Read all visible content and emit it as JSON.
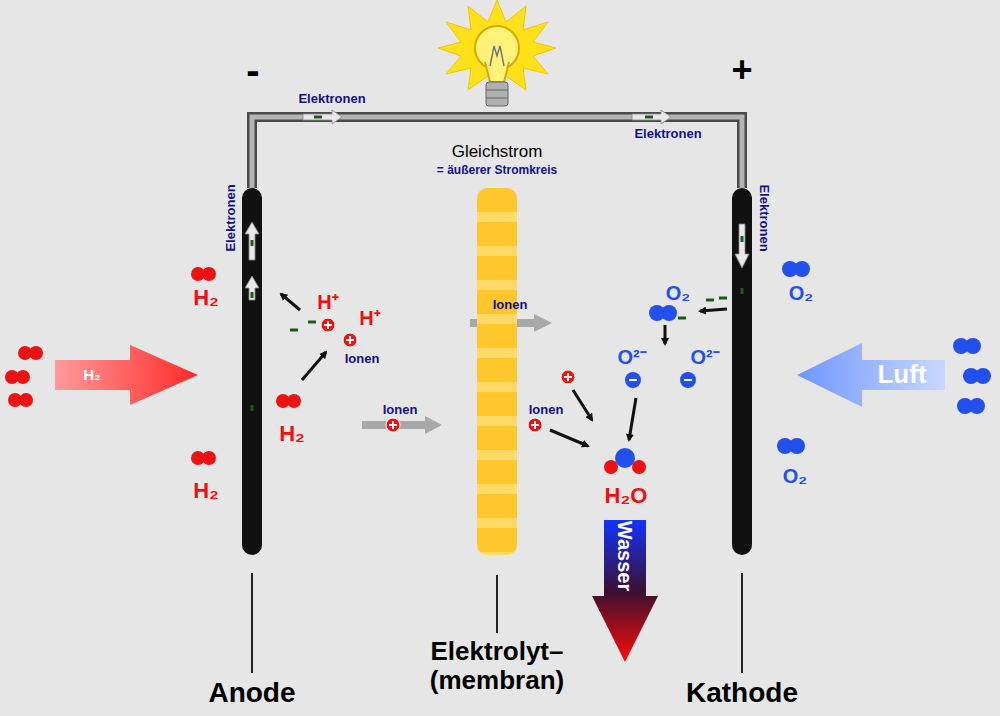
{
  "diagram": {
    "nodes": [
      {
        "text": [
          "Anode"
        ]
      },
      {
        "text": [
          "Elektrolyt– (membran)"
        ]
      },
      {
        "text": [
          "Kathode"
        ]
      }
    ],
    "edges": [
      {
        "from": 0,
        "to": 2,
        "arrow": "none"
      }
    ],
    "labels": [
      "-",
      "+",
      "Elektronen",
      "Elektronen",
      "Elektronen",
      "Elektronen",
      "Gleichstrom",
      "= äußerer Stromkreis",
      "H₂",
      "H₂",
      "H₂",
      "H₂",
      "H⁺",
      "H⁺",
      "Ionen",
      "Ionen",
      "Ionen",
      "Ionen",
      "O₂",
      "O₂",
      "O₂",
      "O²⁻",
      "O²⁻",
      "H₂O",
      "Wasser",
      "Luft"
    ]
  }
}
